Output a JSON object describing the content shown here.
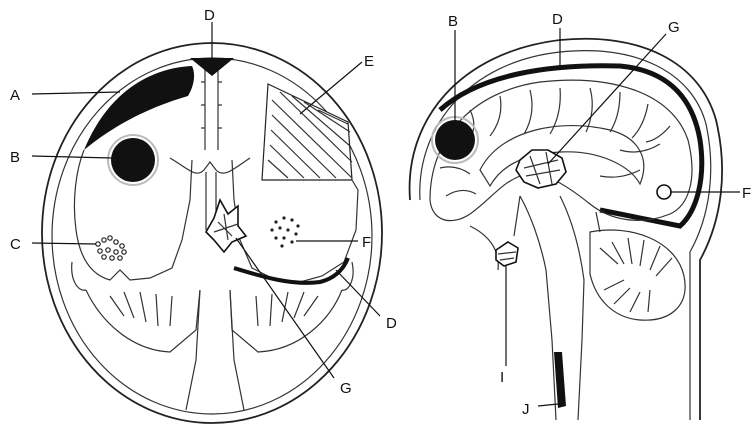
{
  "figure": {
    "left_view": {
      "labels": {
        "A": "A",
        "B": "B",
        "C": "C",
        "D_top": "D",
        "E": "E",
        "F": "F",
        "D_bottom": "D",
        "G": "G"
      }
    },
    "right_view": {
      "labels": {
        "B": "B",
        "D": "D",
        "G": "G",
        "F": "F",
        "I": "I",
        "J": "J"
      }
    }
  },
  "colors": {
    "ink": "#111111",
    "outline": "#333333",
    "background": "#ffffff"
  }
}
